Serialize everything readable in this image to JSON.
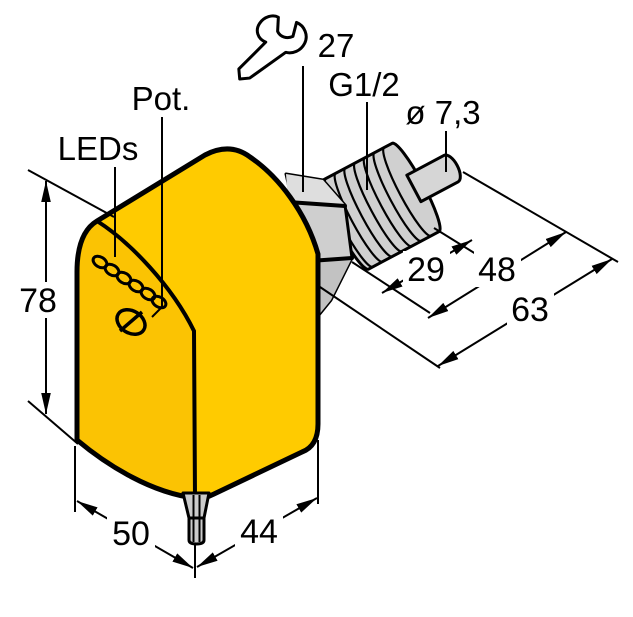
{
  "drawing": {
    "labels": {
      "leds": "LEDs",
      "pot": "Pot.",
      "wrench_size": "27",
      "thread_size": "G1/2",
      "tip_diameter": "ø 7,3"
    },
    "dims": {
      "height": "78",
      "depth": "50",
      "width": "44",
      "thread_length": "29",
      "shaft_length": "48",
      "total_length": "63"
    },
    "icons": {
      "wrench": "wrench-icon"
    },
    "colors": {
      "body_front": "#FBC303",
      "body_side": "#FFCB00",
      "metal_light": "#DEDEDE",
      "metal_mid": "#CFCFCF",
      "metal_dark": "#C2C2C2",
      "thread_fill": "#D0D0D0",
      "probe_fill": "#D6D6D6",
      "gland_fill": "#CBCBCB",
      "line": "#000000",
      "background": "#FFFFFF"
    }
  }
}
